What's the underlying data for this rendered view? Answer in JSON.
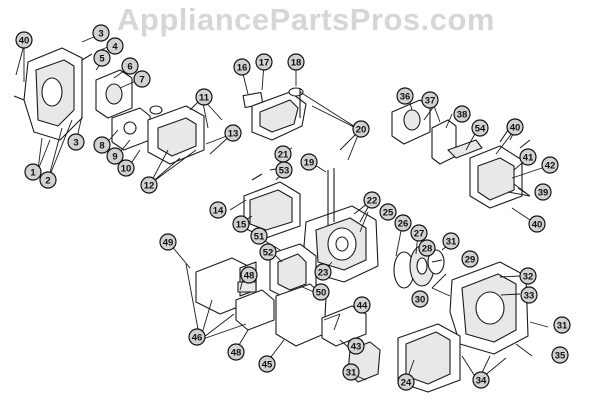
{
  "watermark": "AppliancePartsPros.com",
  "callouts": [
    "40",
    "3",
    "4",
    "5",
    "6",
    "7",
    "1",
    "2",
    "3",
    "8",
    "9",
    "10",
    "11",
    "12",
    "13",
    "16",
    "17",
    "18",
    "20",
    "21",
    "19",
    "53",
    "14",
    "15",
    "22",
    "25",
    "26",
    "27",
    "28",
    "23",
    "24",
    "29",
    "31",
    "30",
    "32",
    "33",
    "31",
    "35",
    "34",
    "49",
    "51",
    "52",
    "50",
    "48",
    "46",
    "48",
    "45",
    "44",
    "43",
    "31",
    "36",
    "37",
    "38",
    "54",
    "40",
    "41",
    "42",
    "39",
    "40"
  ],
  "colors": {
    "line": "#1a1a1a",
    "badge_fill": "#d2d2d2",
    "badge_stroke": "#111111",
    "part_fill": "#ffffff",
    "part_shade": "#e8e8e8",
    "watermark": "#d6d6d6"
  }
}
